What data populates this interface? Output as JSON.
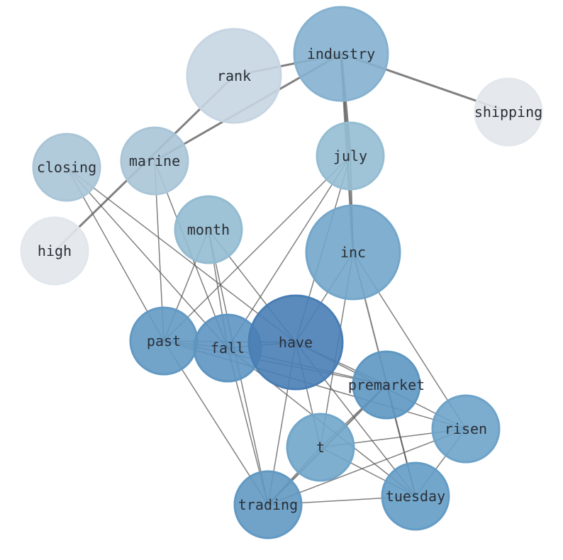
{
  "nodes": [
    {
      "id": "industry",
      "label": "industry",
      "color": "#8fbfe0"
    },
    {
      "id": "rank",
      "label": "rank",
      "color": "#d6e5f4"
    },
    {
      "id": "shipping",
      "label": "shipping",
      "color": "#f3f8fe"
    },
    {
      "id": "july",
      "label": "july",
      "color": "#a0cbe2"
    },
    {
      "id": "marine",
      "label": "marine",
      "color": "#b7d4e8"
    },
    {
      "id": "closing",
      "label": "closing",
      "color": "#b7d4e8"
    },
    {
      "id": "month",
      "label": "month",
      "color": "#9ecae1"
    },
    {
      "id": "high",
      "label": "high",
      "color": "#f3f8fe"
    },
    {
      "id": "inc",
      "label": "inc",
      "color": "#7cb3d9"
    },
    {
      "id": "past",
      "label": "past",
      "color": "#6aa5d2"
    },
    {
      "id": "fall",
      "label": "fall",
      "color": "#65a0d0"
    },
    {
      "id": "have",
      "label": "have",
      "color": "#4f88c2"
    },
    {
      "id": "premarket",
      "label": "premarket",
      "color": "#65a2d0"
    },
    {
      "id": "risen",
      "label": "risen",
      "color": "#76afd8"
    },
    {
      "id": "t",
      "label": "t",
      "color": "#7ab3d9"
    },
    {
      "id": "trading",
      "label": "trading",
      "color": "#69a4d1"
    },
    {
      "id": "tuesday",
      "label": "tuesday",
      "color": "#6ca8d4"
    }
  ],
  "edges": [
    [
      "industry",
      "rank",
      3
    ],
    [
      "industry",
      "shipping",
      3
    ],
    [
      "industry",
      "marine",
      3
    ],
    [
      "rank",
      "high",
      3
    ],
    [
      "industry",
      "july",
      4
    ],
    [
      "industry",
      "inc",
      3
    ],
    [
      "july",
      "inc",
      2
    ],
    [
      "closing",
      "past",
      1.5
    ],
    [
      "closing",
      "fall",
      1.5
    ],
    [
      "closing",
      "have",
      1.5
    ],
    [
      "marine",
      "past",
      1.5
    ],
    [
      "marine",
      "fall",
      1.5
    ],
    [
      "month",
      "past",
      1.5
    ],
    [
      "month",
      "fall",
      1.5
    ],
    [
      "month",
      "trading",
      1.5
    ],
    [
      "month",
      "have",
      1.5
    ],
    [
      "july",
      "past",
      1.5
    ],
    [
      "july",
      "fall",
      1.5
    ],
    [
      "july",
      "have",
      1.5
    ],
    [
      "inc",
      "have",
      1.5
    ],
    [
      "inc",
      "t",
      1.5
    ],
    [
      "inc",
      "tuesday",
      2
    ],
    [
      "inc",
      "risen",
      1.5
    ],
    [
      "past",
      "fall",
      1.5
    ],
    [
      "past",
      "have",
      1.5
    ],
    [
      "past",
      "premarket",
      1.5
    ],
    [
      "past",
      "risen",
      1.5
    ],
    [
      "past",
      "trading",
      1.5
    ],
    [
      "fall",
      "have",
      1.5
    ],
    [
      "fall",
      "premarket",
      1.5
    ],
    [
      "fall",
      "trading",
      1.5
    ],
    [
      "fall",
      "tuesday",
      1.5
    ],
    [
      "have",
      "premarket",
      1.5
    ],
    [
      "have",
      "risen",
      1.5
    ],
    [
      "have",
      "trading",
      1.5
    ],
    [
      "have",
      "t",
      1.5
    ],
    [
      "have",
      "tuesday",
      1.5
    ],
    [
      "premarket",
      "t",
      1.5
    ],
    [
      "premarket",
      "trading",
      2.5
    ],
    [
      "premarket",
      "tuesday",
      1.5
    ],
    [
      "t",
      "risen",
      1.5
    ],
    [
      "t",
      "tuesday",
      1.5
    ],
    [
      "t",
      "trading",
      1.5
    ],
    [
      "risen",
      "trading",
      1.5
    ],
    [
      "risen",
      "tuesday",
      1.5
    ],
    [
      "trading",
      "tuesday",
      1.5
    ]
  ],
  "edge_color": "#555555"
}
